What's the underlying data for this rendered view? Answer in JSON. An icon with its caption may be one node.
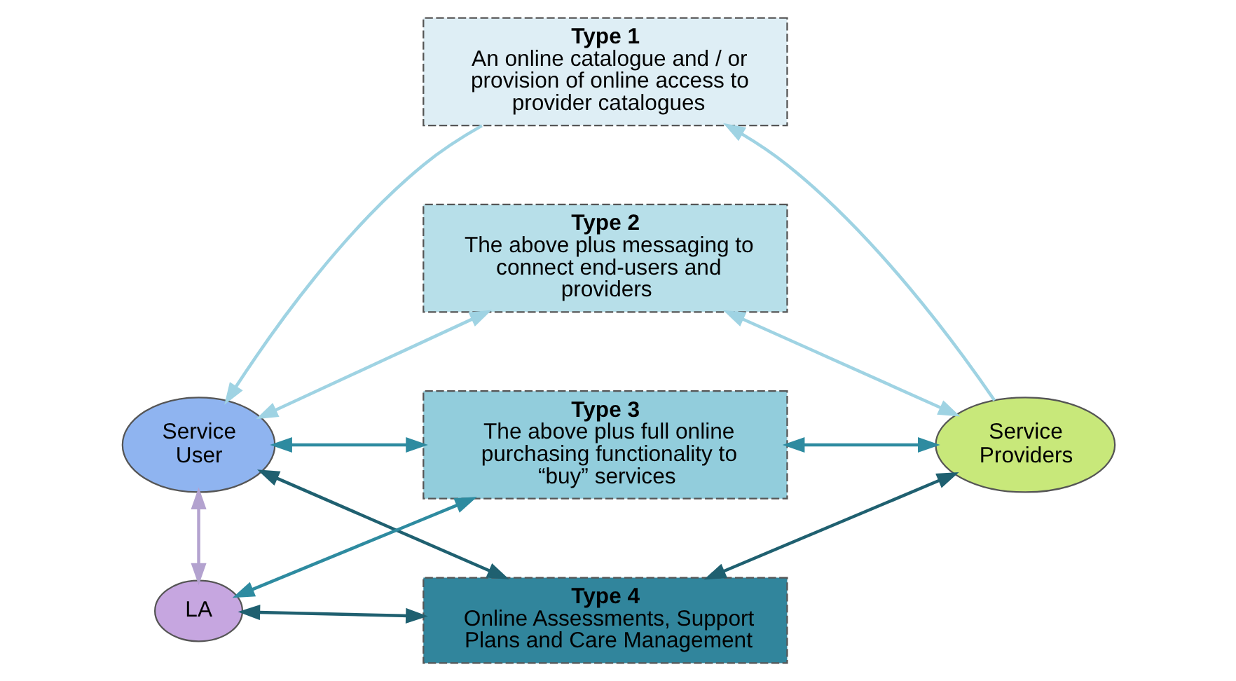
{
  "diagram": {
    "nodes": [
      {
        "text": [
          "Service User"
        ]
      },
      {
        "text": [
          "Type 1",
          "An online catalogue and / or provision of online access to provider catalogues"
        ]
      },
      {
        "text": [
          "Type 2",
          "The above plus messaging to connect end-users and providers"
        ]
      },
      {
        "text": [
          "Type 3",
          "The above plus full online purchasing functionality to “buy” services"
        ]
      },
      {
        "text": [
          "Type 4",
          "Online Assessments, Support Plans and Care Management"
        ]
      },
      {
        "text": [
          "LA"
        ]
      },
      {
        "text": [
          "Service Providers"
        ]
      }
    ],
    "edges": [
      {
        "from": 1,
        "to": 0,
        "arrow": "to",
        "color": "#9fd3e3"
      },
      {
        "from": 6,
        "to": 1,
        "arrow": "to",
        "color": "#9fd3e3"
      },
      {
        "from": 0,
        "to": 2,
        "arrow": "both",
        "color": "#9fd3e3"
      },
      {
        "from": 2,
        "to": 6,
        "arrow": "both",
        "color": "#9fd3e3"
      },
      {
        "from": 0,
        "to": 5,
        "arrow": "both",
        "color": "#b3a2cf"
      },
      {
        "from": 0,
        "to": 3,
        "arrow": "both",
        "color": "#2e8ba0"
      },
      {
        "from": 0,
        "to": 4,
        "arrow": "both",
        "color": "#1f6070"
      },
      {
        "from": 5,
        "to": 3,
        "arrow": "both",
        "color": "#2e8ba0"
      },
      {
        "from": 5,
        "to": 4,
        "arrow": "both",
        "color": "#1f6070"
      },
      {
        "from": 3,
        "to": 6,
        "arrow": "both",
        "color": "#2e8ba0"
      },
      {
        "from": 4,
        "to": 6,
        "arrow": "both",
        "color": "#1f6070"
      }
    ]
  }
}
